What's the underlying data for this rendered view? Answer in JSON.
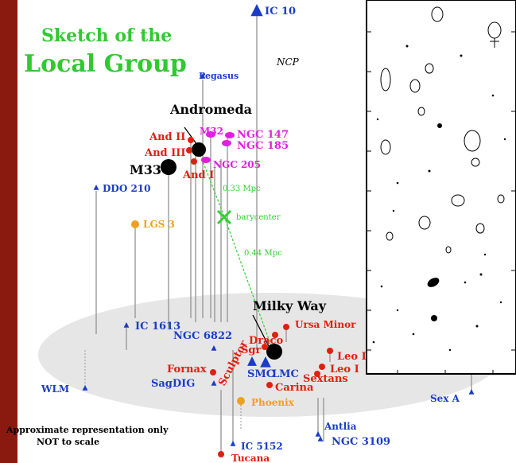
{
  "title": {
    "line1": "Sketch of the",
    "line2": "Local Group"
  },
  "colors": {
    "background": "#8a1a10",
    "panel": "#ffffff",
    "title": "#32c832",
    "plane": "#e6e6e6",
    "blue": "#1a3cc8",
    "red": "#e02010",
    "magenta": "#e020e0",
    "orange": "#f0a020",
    "green": "#30d030",
    "black": "#000000"
  },
  "galaxies": [
    {
      "id": "ic10",
      "name": "IC 10",
      "color": "blue",
      "marker": "triangle"
    },
    {
      "id": "pegasus",
      "name": "Pegasus",
      "color": "blue",
      "marker": "triangle"
    },
    {
      "id": "ncp",
      "name": "NCP",
      "color": "black",
      "marker": "none"
    },
    {
      "id": "andromeda",
      "name": "Andromeda",
      "color": "black",
      "marker": "big-dot"
    },
    {
      "id": "m32",
      "name": "M32",
      "color": "magenta",
      "marker": "ellipse"
    },
    {
      "id": "ngc147",
      "name": "NGC 147",
      "color": "magenta",
      "marker": "ellipse"
    },
    {
      "id": "ngc185",
      "name": "NGC 185",
      "color": "magenta",
      "marker": "ellipse"
    },
    {
      "id": "ngc205",
      "name": "NGC 205",
      "color": "magenta",
      "marker": "ellipse"
    },
    {
      "id": "and2",
      "name": "And II",
      "color": "red",
      "marker": "dot"
    },
    {
      "id": "and3",
      "name": "And III",
      "color": "red",
      "marker": "dot"
    },
    {
      "id": "and1",
      "name": "And I",
      "color": "red",
      "marker": "dot"
    },
    {
      "id": "m33",
      "name": "M33",
      "color": "black",
      "marker": "big-dot"
    },
    {
      "id": "ddo210",
      "name": "DDO 210",
      "color": "blue",
      "marker": "triangle"
    },
    {
      "id": "lgs3",
      "name": "LGS 3",
      "color": "orange",
      "marker": "dot"
    },
    {
      "id": "milkyway",
      "name": "Milky Way",
      "color": "black",
      "marker": "big-dot"
    },
    {
      "id": "ursaminor",
      "name": "Ursa Minor",
      "color": "red",
      "marker": "dot"
    },
    {
      "id": "draco",
      "name": "Draco",
      "color": "red",
      "marker": "dot"
    },
    {
      "id": "sgr",
      "name": "Sgr",
      "color": "red",
      "marker": "dot"
    },
    {
      "id": "ic1613",
      "name": "IC 1613",
      "color": "blue",
      "marker": "triangle"
    },
    {
      "id": "ngc6822",
      "name": "NGC 6822",
      "color": "blue",
      "marker": "triangle"
    },
    {
      "id": "leo1a",
      "name": "Leo I",
      "color": "red",
      "marker": "dot"
    },
    {
      "id": "leo1b",
      "name": "Leo I",
      "color": "red",
      "marker": "dot"
    },
    {
      "id": "sextans",
      "name": "Sextans",
      "color": "red",
      "marker": "dot"
    },
    {
      "id": "carina",
      "name": "Carina",
      "color": "red",
      "marker": "dot"
    },
    {
      "id": "smc",
      "name": "SMC",
      "color": "blue",
      "marker": "triangle"
    },
    {
      "id": "lmc",
      "name": "LMC",
      "color": "blue",
      "marker": "triangle"
    },
    {
      "id": "fornax",
      "name": "Fornax",
      "color": "red",
      "marker": "dot"
    },
    {
      "id": "sculptor",
      "name": "Sculptor",
      "color": "red",
      "marker": "dot"
    },
    {
      "id": "sagdig",
      "name": "SagDIG",
      "color": "blue",
      "marker": "triangle"
    },
    {
      "id": "wlm",
      "name": "WLM",
      "color": "blue",
      "marker": "triangle"
    },
    {
      "id": "phoenix",
      "name": "Phoenix",
      "color": "orange",
      "marker": "dot"
    },
    {
      "id": "sexa",
      "name": "Sex A",
      "color": "blue",
      "marker": "triangle"
    },
    {
      "id": "antlia",
      "name": "Antlia",
      "color": "blue",
      "marker": "triangle"
    },
    {
      "id": "ngc3109",
      "name": "NGC 3109",
      "color": "blue",
      "marker": "triangle"
    },
    {
      "id": "ic5152",
      "name": "IC 5152",
      "color": "blue",
      "marker": "triangle"
    },
    {
      "id": "tucana",
      "name": "Tucana",
      "color": "red",
      "marker": "dot"
    }
  ],
  "barycenter": {
    "label": "barycenter"
  },
  "distances": {
    "andromeda": "0.33 Mpc",
    "milkyway": "0.44 Mpc"
  },
  "note": {
    "line1": "Approximate representation only",
    "line2": "NOT to scale"
  }
}
